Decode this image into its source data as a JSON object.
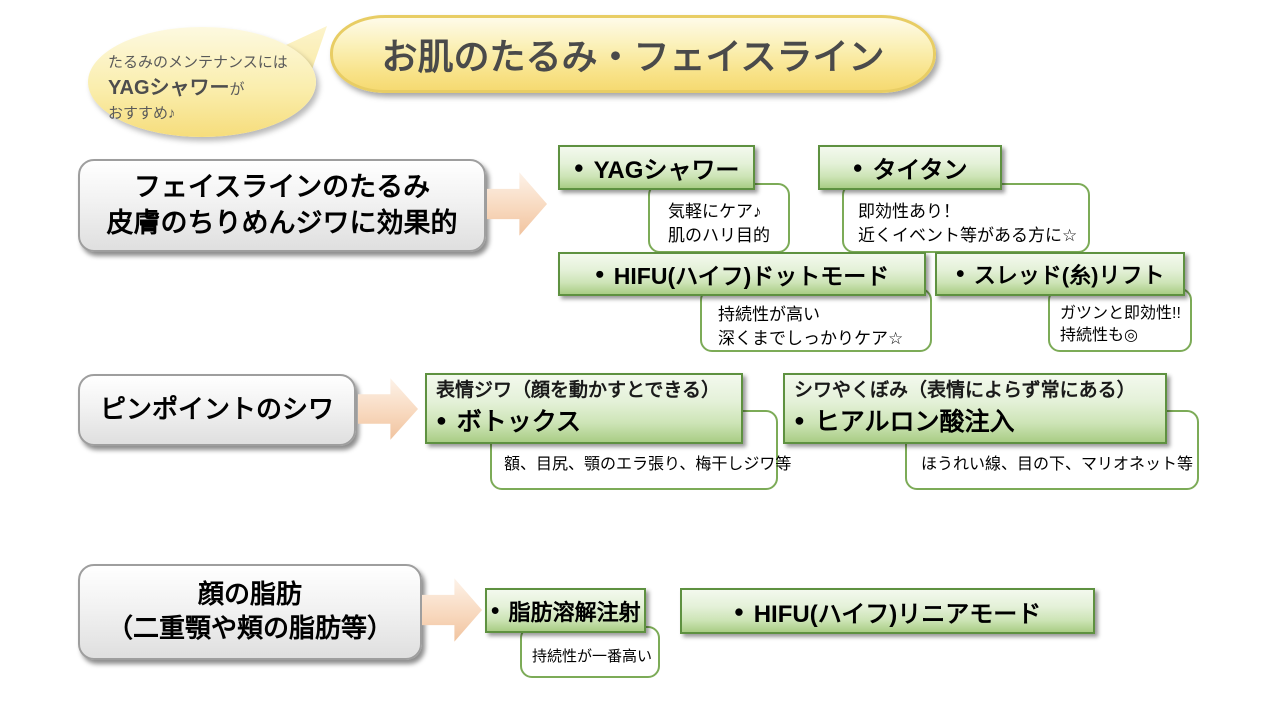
{
  "ui": {
    "bullet": "●"
  },
  "colors": {
    "yellow_deep": "#f6da72",
    "yellow_border": "#e8cd64",
    "green_border": "#5e9140",
    "green_fill_top": "#f3f9ee",
    "green_fill_bottom": "#a9cd85",
    "callout_border": "#7cab57",
    "gray_border": "#9e9e9e",
    "arrow_peach": "#f0c29d",
    "title_text": "#4a4a4a"
  },
  "bubble": {
    "line1": "たるみのメンテナンスには",
    "line2_strong": "YAGシャワー",
    "line2_rest": "が",
    "line3": "おすすめ♪"
  },
  "title": {
    "text": "お肌のたるみ・フェイスライン"
  },
  "sections": [
    {
      "label_line1": "フェイスラインのたるみ",
      "label_line2": "皮膚のちりめんジワに効果的",
      "treatments": [
        {
          "name": "YAGシャワー",
          "note_line1": "気軽にケア♪",
          "note_line2": "肌のハリ目的"
        },
        {
          "name": "タイタン",
          "note_line1": "即効性あり！",
          "note_line2": "近くイベント等がある方に☆"
        },
        {
          "name": "HIFU(ハイフ)ドットモード",
          "note_line1": "持続性が高い",
          "note_line2": "深くまでしっかりケア☆"
        },
        {
          "name": "スレッド(糸)リフト",
          "note_line1": "ガツンと即効性!!",
          "note_line2": "持続性も◎"
        }
      ]
    },
    {
      "label_line1": "ピンポイントのシワ",
      "treatments": [
        {
          "heading": "表情ジワ（顔を動かすとできる）",
          "name": "ボトックス",
          "note_line1": "額、目尻、顎のエラ張り、梅干しジワ等"
        },
        {
          "heading": "シワやくぼみ（表情によらず常にある）",
          "name": "ヒアルロン酸注入",
          "note_line1": "ほうれい線、目の下、マリオネット等"
        }
      ]
    },
    {
      "label_line1": "顔の脂肪",
      "label_line2": "（二重顎や頬の脂肪等）",
      "treatments": [
        {
          "name": "脂肪溶解注射",
          "note_line1": "持続性が一番高い"
        },
        {
          "name": "HIFU(ハイフ)リニアモード"
        }
      ]
    }
  ]
}
